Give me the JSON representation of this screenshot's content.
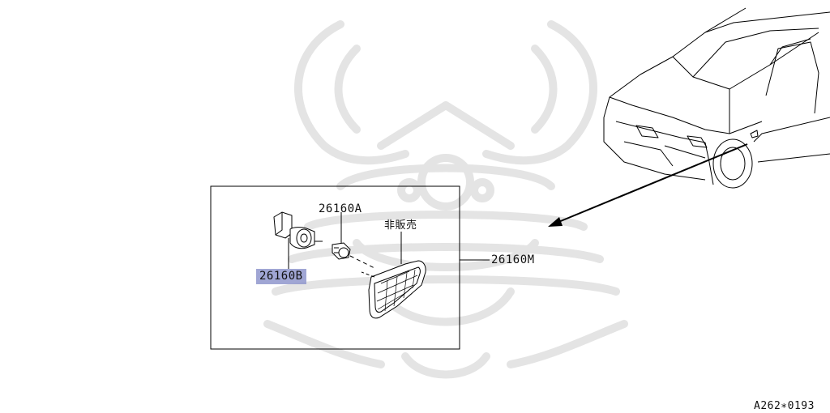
{
  "callouts": {
    "bulb": "26160A",
    "not_for_sale": "非販売",
    "socket_highlighted": "26160",
    "socket_suffix": "B",
    "assembly": "26160M"
  },
  "footer": {
    "code": "A262∗0193"
  },
  "colors": {
    "highlight": "#8f96cc",
    "watermark": "#e6e6e6",
    "line": "#000000"
  },
  "icons": [
    "car-icon",
    "samurai-helmet-watermark",
    "socket-icon",
    "bulb-icon",
    "side-marker-lamp-icon"
  ]
}
